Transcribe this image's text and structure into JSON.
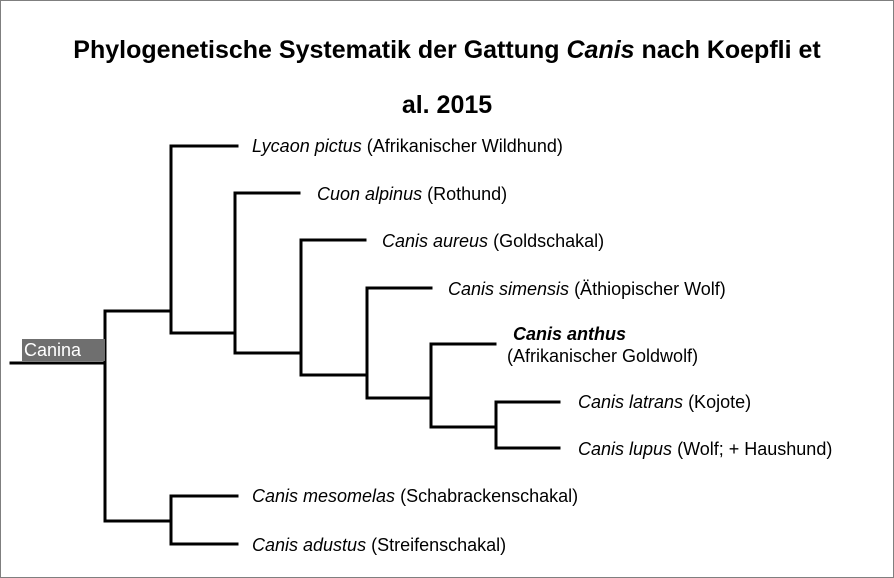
{
  "title": {
    "line1_pre": "Phylogenetische Systematik der Gattung ",
    "line1_genus": "Canis",
    "line1_post": " nach Koepfli et",
    "line2": "al. 2015"
  },
  "root_label": "Canina",
  "taxa": [
    {
      "id": "lycaon",
      "scientific": "Lycaon pictus",
      "common": "(Afrikanischer Wildhund)"
    },
    {
      "id": "cuon",
      "scientific": "Cuon alpinus",
      "common": "(Rothund)"
    },
    {
      "id": "aureus",
      "scientific": "Canis aureus",
      "common": "(Goldschakal)"
    },
    {
      "id": "simensis",
      "scientific": "Canis simensis",
      "common": "(Äthiopischer Wolf)"
    },
    {
      "id": "anthus",
      "scientific": "Canis anthus",
      "common": "(Afrikanischer Goldwolf)",
      "highlighted": true
    },
    {
      "id": "latrans",
      "scientific": "Canis latrans",
      "common": "(Kojote)"
    },
    {
      "id": "lupus",
      "scientific": "Canis lupus",
      "common": "(Wolf; + Haushund)"
    },
    {
      "id": "mesomelas",
      "scientific": "Canis mesomelas",
      "common": "(Schabrackenschakal)"
    },
    {
      "id": "adustus",
      "scientific": "Canis adustus",
      "common": "(Streifenschakal)"
    }
  ],
  "colors": {
    "line": "#000000",
    "root_box": "#6f6f6f",
    "border": "#7f7f7f"
  }
}
